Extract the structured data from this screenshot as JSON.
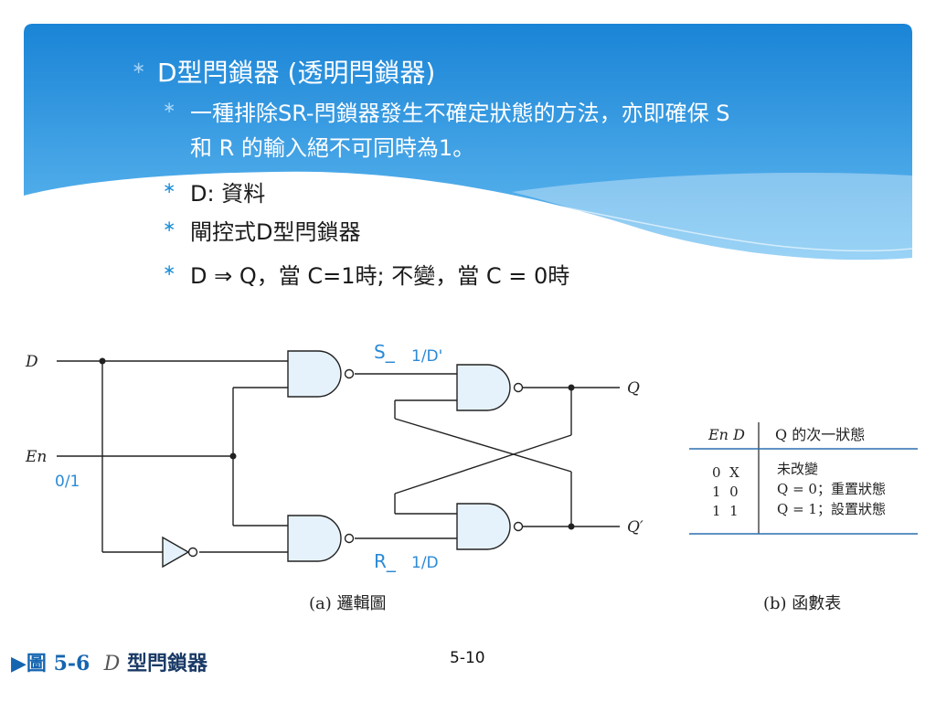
{
  "slide": {
    "bullets": {
      "l1": "D型閂鎖器 (透明閂鎖器)",
      "l2a_line1": "一種排除SR-閂鎖器發生不確定狀態的方法，亦即確保 S",
      "l2a_line2": "和 R 的輸入絕不可同時為1。",
      "l2b": "D: 資料",
      "l2c": "閘控式D型閂鎖器",
      "l2d": "D ⇒ Q，當 C=1時; 不變，當 C = 0時"
    },
    "star": "∗",
    "page_number": "5-10",
    "caption": {
      "arrow": "▶",
      "fig": "圖 5-6",
      "letter": "D",
      "title": "型閂鎖器"
    }
  },
  "diagram": {
    "labels": {
      "D": "D",
      "En": "En",
      "Q": "Q",
      "Qp": "Q′",
      "s_bar": "S_",
      "s_val": "1/D'",
      "r_bar": "R_",
      "r_val": "1/D",
      "en_val": "0/1",
      "caption_a": "(a) 邏輯圖",
      "caption_b": "(b) 函數表"
    },
    "table": {
      "headers": [
        "En D",
        "Q 的次一狀態"
      ],
      "rows": [
        {
          "en_d": "0  X",
          "next": "未改變"
        },
        {
          "en_d": "1  0",
          "next": "Q = 0；重置狀態"
        },
        {
          "en_d": "1  1",
          "next": "Q = 1；設置狀態"
        }
      ]
    }
  },
  "colors": {
    "banner_top": "#1b86d8",
    "banner_bottom": "#5db7ef",
    "gate_fill": "#e6f2fb",
    "annotation": "#2a8ad6",
    "line": "#222222"
  }
}
